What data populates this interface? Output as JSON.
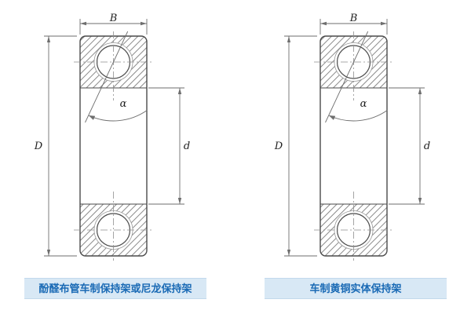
{
  "page": {
    "background": "#ffffff"
  },
  "figures": [
    {
      "id": "left",
      "caption": "酚醛布管车制保持架或尼龙保持架",
      "labels": {
        "width": "B",
        "outer_diameter": "D",
        "bore_diameter": "d",
        "contact_angle": "α"
      }
    },
    {
      "id": "right",
      "caption": "车制黄铜实体保持架",
      "labels": {
        "width": "B",
        "outer_diameter": "D",
        "bore_diameter": "d",
        "contact_angle": "α"
      }
    }
  ],
  "colors": {
    "caption_background": "#d8e8f5",
    "caption_border": "#c2d9ec",
    "caption_text": "#1a6ab5",
    "drawing_line": "#4a4a4a",
    "dimension_line": "#6e6e6e",
    "hatch_line": "#8a8a8a"
  }
}
